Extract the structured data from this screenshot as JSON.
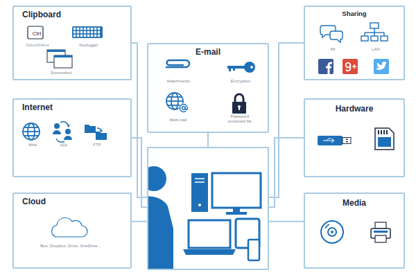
{
  "diagram": {
    "nodes": [
      {
        "text": [
          "Clipboard",
          "Ctrl",
          "Ctrl+c/Ctrl+v",
          "Keylogger",
          "Screenshot"
        ]
      },
      {
        "text": [
          "Sharing",
          "IM",
          "LAN"
        ]
      },
      {
        "text": [
          "E-mail",
          "Attachments",
          "Encryption",
          "Web-mail",
          "Password protected file"
        ]
      },
      {
        "text": [
          "Internet",
          "Web",
          "p2p",
          "FTP"
        ]
      },
      {
        "text": [
          "Hardware"
        ]
      },
      {
        "text": []
      },
      {
        "text": [
          "Cloud",
          "Box, Dropbox, Drive, OneDrive..."
        ]
      },
      {
        "text": [
          "Media"
        ]
      }
    ],
    "edges": [
      {
        "from": 0,
        "to": 5,
        "arrow": "none"
      },
      {
        "from": 1,
        "to": 5,
        "arrow": "none"
      },
      {
        "from": 2,
        "to": 5,
        "arrow": "none"
      },
      {
        "from": 3,
        "to": 5,
        "arrow": "none"
      },
      {
        "from": 4,
        "to": 5,
        "arrow": "none"
      },
      {
        "from": 6,
        "to": 5,
        "arrow": "none"
      },
      {
        "from": 7,
        "to": 5,
        "arrow": "none"
      }
    ]
  }
}
